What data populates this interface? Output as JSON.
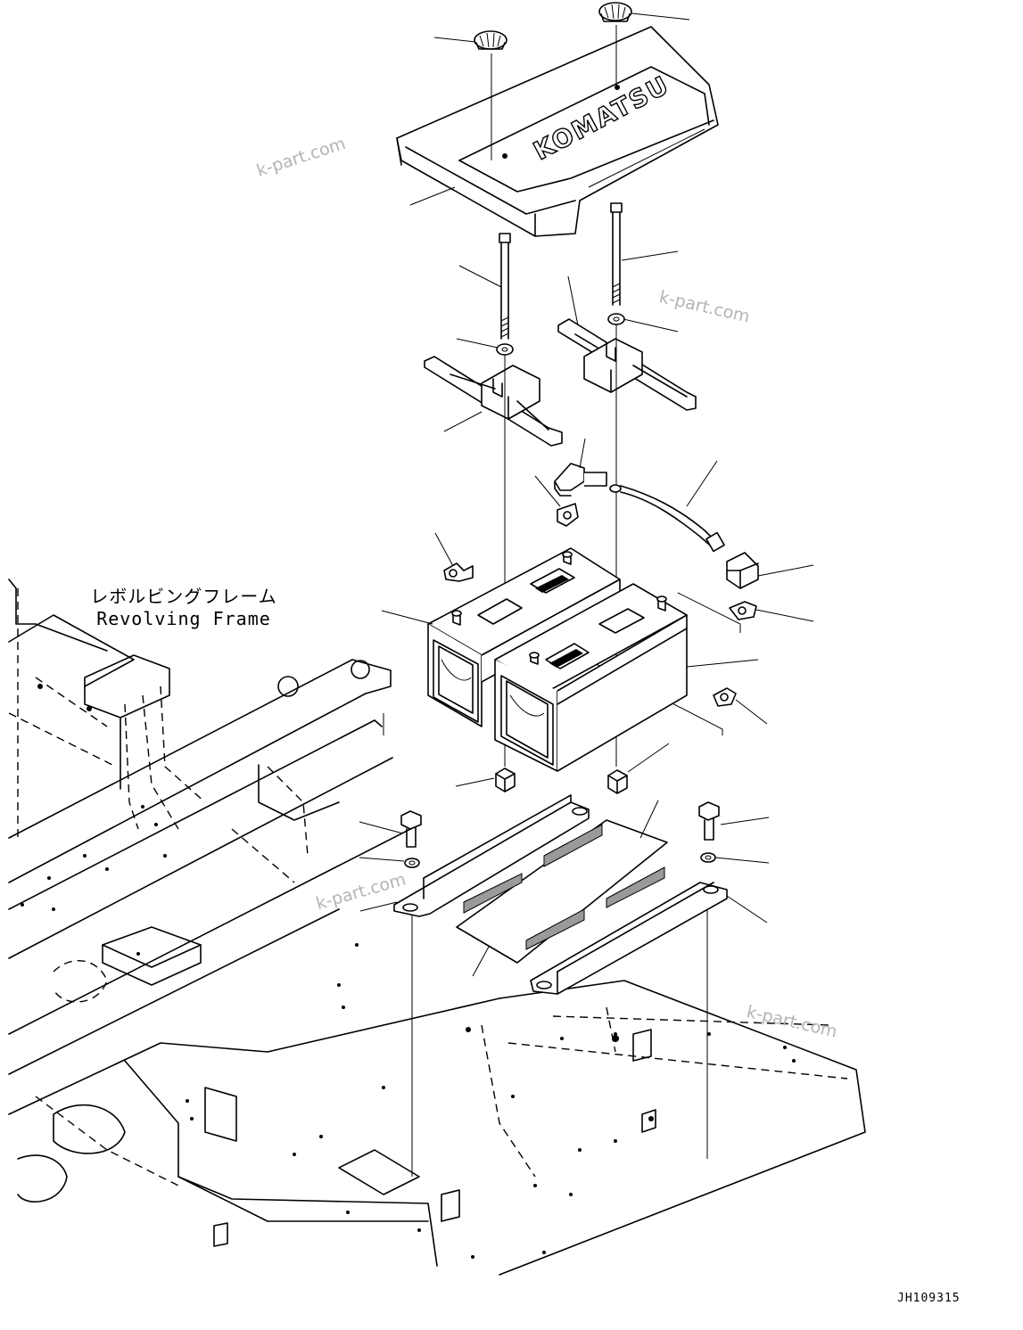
{
  "labels": {
    "frame_jp": "レボルビングフレーム",
    "frame_en": "Revolving Frame",
    "cover_logo": "KOMATSU",
    "drawing_number": "JH109315"
  },
  "watermarks": [
    "k-part.com",
    "k-part.com",
    "k-part.com",
    "k-part.com"
  ]
}
